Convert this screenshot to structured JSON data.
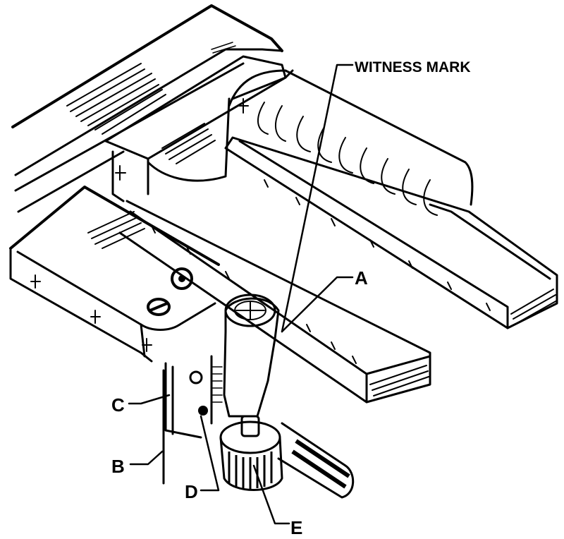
{
  "figure": {
    "labels": {
      "witness_mark": "WITNESS MARK",
      "a": "A",
      "b": "B",
      "c": "C",
      "d": "D",
      "e": "E"
    },
    "colors": {
      "ink": "#000000",
      "paper": "#ffffff"
    }
  }
}
